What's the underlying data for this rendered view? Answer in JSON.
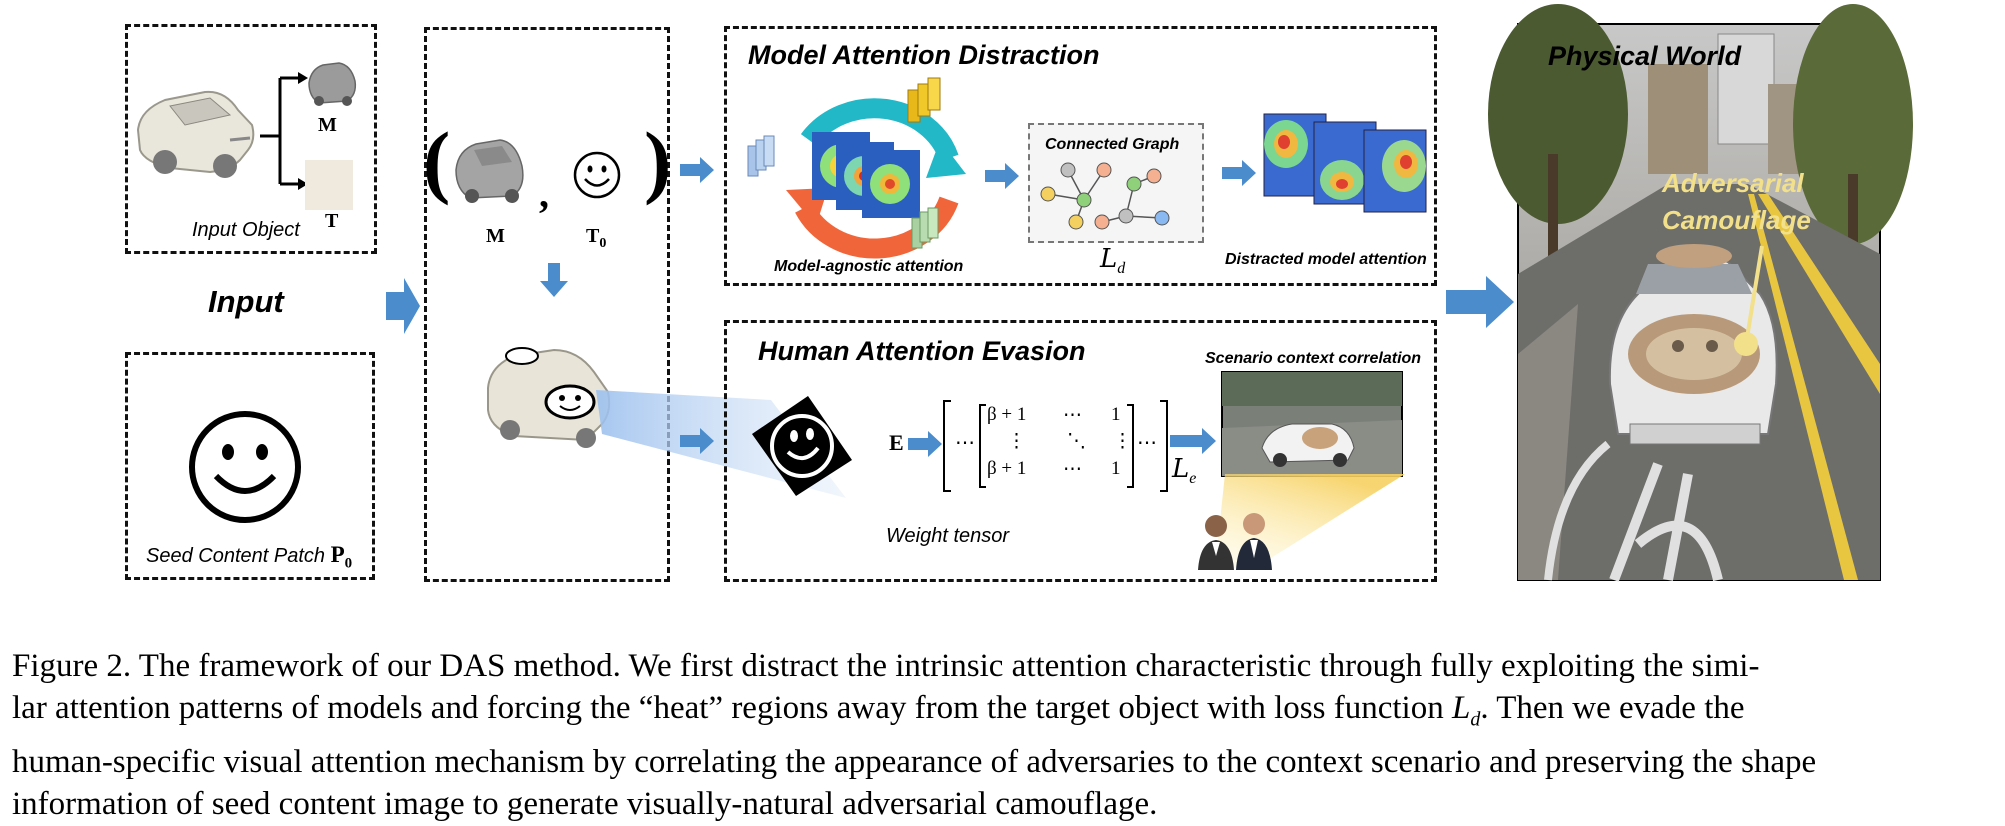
{
  "input_panel": {
    "heading": "Input",
    "object_label": "Input Object",
    "mesh_symbol": "M",
    "texture_symbol": "T",
    "seed_label": "Seed Content Patch",
    "seed_symbol": "P",
    "seed_subscript": "0"
  },
  "pair_panel": {
    "mesh_symbol": "M",
    "texture_symbol": "T",
    "texture_subscript": "0"
  },
  "distraction": {
    "title": "Model Attention Distraction",
    "agnostic_label": "Model-agnostic attention",
    "graph_label": "Connected Graph",
    "loss_symbol": "L",
    "loss_subscript": "d",
    "distracted_label": "Distracted model attention"
  },
  "evasion": {
    "title": "Human Attention Evasion",
    "e_symbol": "E",
    "matrix_row1": [
      "β + 1",
      "⋯",
      "1"
    ],
    "matrix_row2": [
      "⋮",
      "⋱",
      "⋮"
    ],
    "matrix_row3": [
      "β + 1",
      "⋯",
      "1"
    ],
    "ellipsis": "⋯",
    "weight_label": "Weight tensor",
    "scenario_label": "Scenario context correlation",
    "loss_symbol": "L",
    "loss_subscript": "e"
  },
  "physical": {
    "title": "Physical World",
    "adv_line1": "Adversarial",
    "adv_line2": "Camouflage"
  },
  "caption": {
    "line1": "Figure 2. The framework of our DAS method.  We first distract the intrinsic attention characteristic through fully exploiting the simi-",
    "line2a": "lar attention patterns of models and forcing the “heat” regions away from the target object with loss function ",
    "line2_loss": "L",
    "line2_sub": "d",
    "line2b": ".  Then we evade the",
    "line3": "human-specific visual attention mechanism by correlating the appearance of adversaries to the context scenario and preserving the shape",
    "line4": "information of seed content image to generate visually-natural adversarial camouflage."
  },
  "colors": {
    "arrow": "#4a8ccc",
    "cycle_cyan": "#22b8c8",
    "cycle_orange": "#f0663a",
    "adv_text": "#f3e08a"
  }
}
